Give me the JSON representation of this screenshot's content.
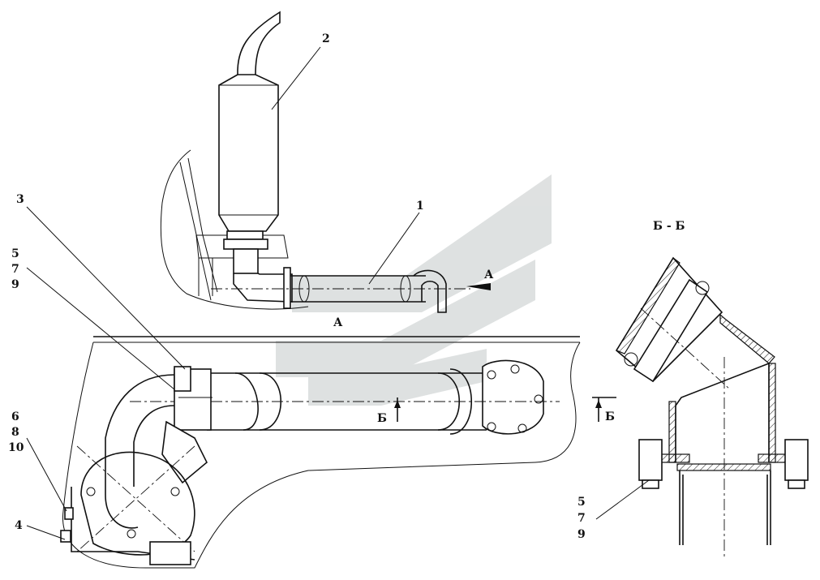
{
  "labels": {
    "part_1": "1",
    "part_2": "2",
    "part_3": "3",
    "part_4": "4",
    "group_5_7_9_a": [
      "5",
      "7",
      "9"
    ],
    "group_6_8_10": [
      "6",
      "8",
      "10"
    ],
    "group_5_7_9_b": [
      "5",
      "7",
      "9"
    ]
  },
  "views": {
    "view_a_label": "А",
    "arrow_a_label": "А",
    "section_title": "Б - Б",
    "section_mark_1": "Б",
    "section_mark_2": "Б"
  },
  "colors": {
    "line": "#111111",
    "watermark": "#d9dcdc"
  }
}
